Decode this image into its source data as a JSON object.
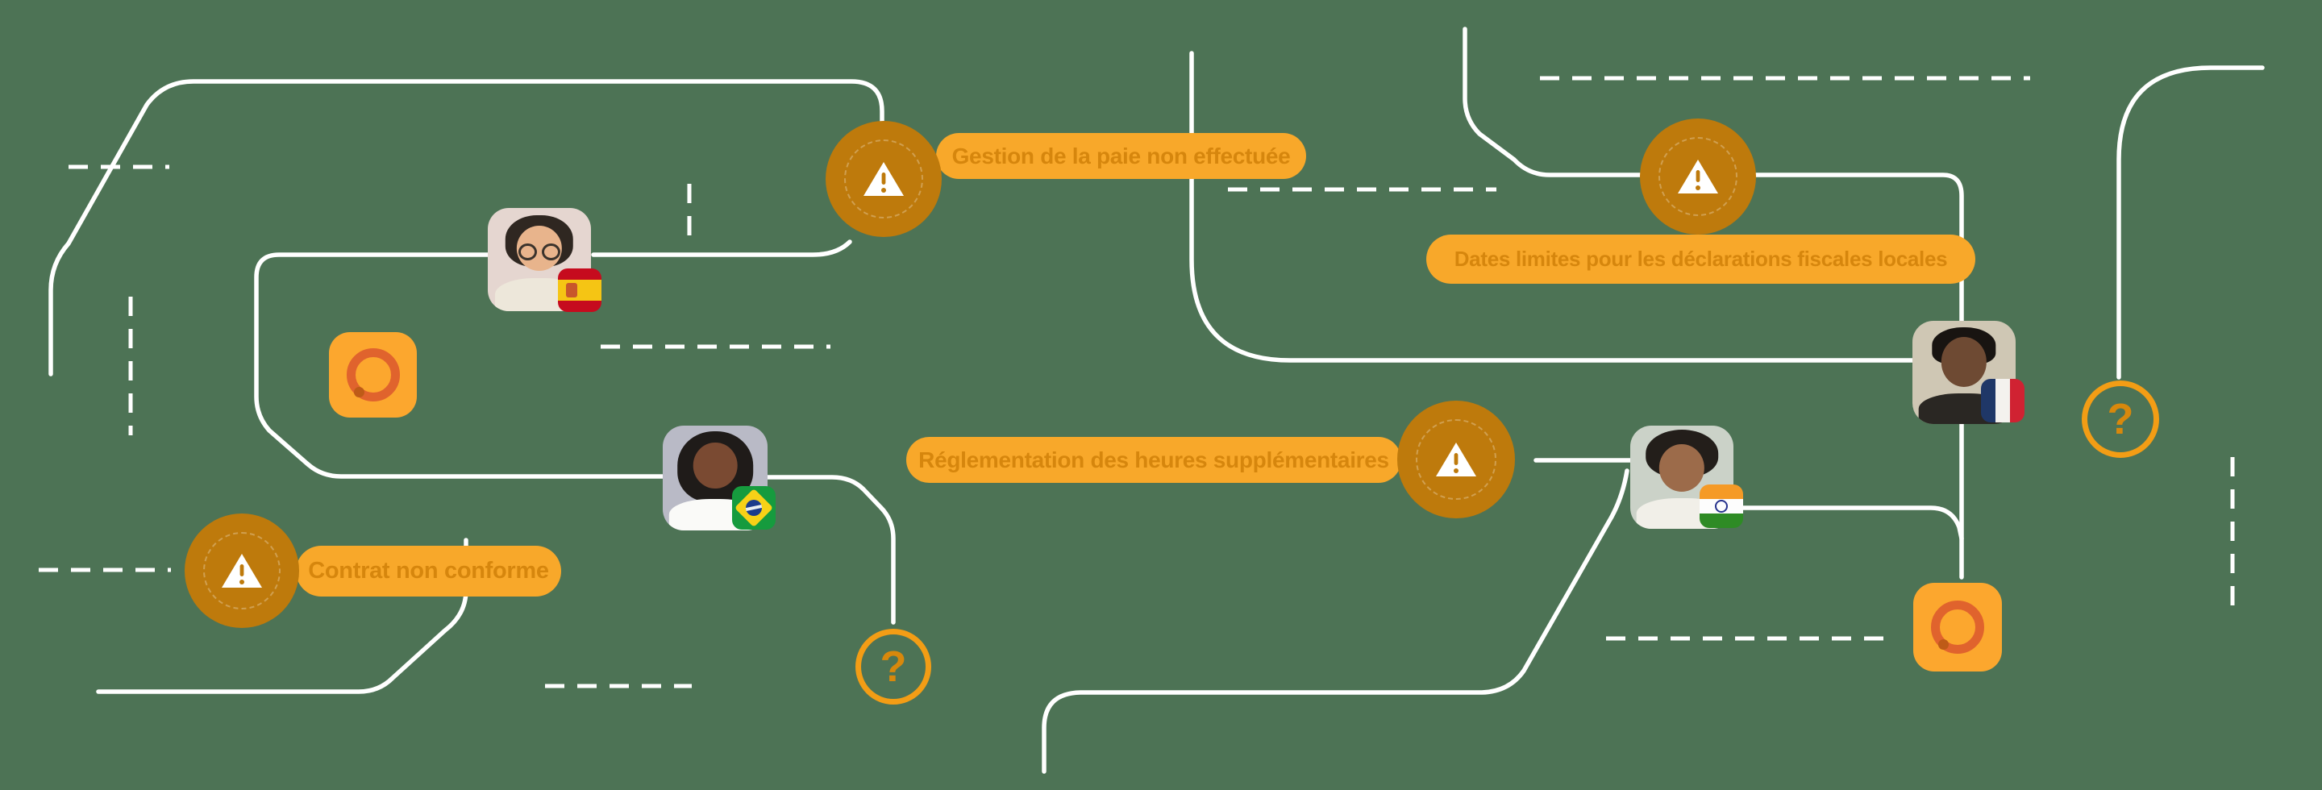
{
  "scene": {
    "description": "Illustrated network diagram of global HR compliance issues",
    "background_color": "#4D7355",
    "line_color": "#FFFFFF",
    "warning_node_color": "#BE7A0C",
    "pill_color": "#F8A82A",
    "pill_text_color": "#D6860D",
    "question_ring_color": "#F39D15",
    "loader_square_color": "#FCA72E",
    "loader_ring_color": "#E0632D"
  },
  "labels": {
    "payroll": "Gestion de la paie non effectuée",
    "tax_deadlines": "Dates limites pour les déclarations fiscales locales",
    "overtime": "Réglementation des heures supplémentaires",
    "contract": "Contrat non conforme"
  },
  "glyphs": {
    "question_mark": "?"
  },
  "avatars": [
    {
      "country": "Spain"
    },
    {
      "country": "Brazil"
    },
    {
      "country": "India"
    },
    {
      "country": "France"
    }
  ]
}
